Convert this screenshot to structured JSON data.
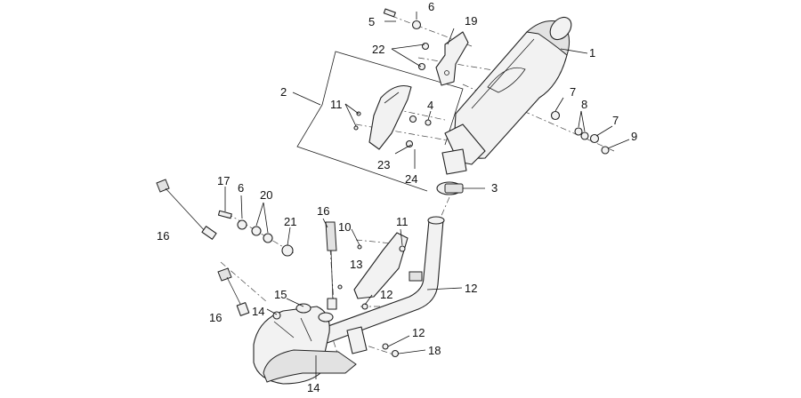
{
  "diagram": {
    "labels": [
      "1",
      "2",
      "3",
      "4",
      "5",
      "6",
      "7",
      "8",
      "7",
      "9",
      "11",
      "12",
      "13",
      "10",
      "11",
      "12",
      "14",
      "14",
      "15",
      "16",
      "16",
      "16",
      "17",
      "6",
      "20",
      "21",
      "18",
      "19",
      "22",
      "23",
      "24",
      "12"
    ]
  }
}
